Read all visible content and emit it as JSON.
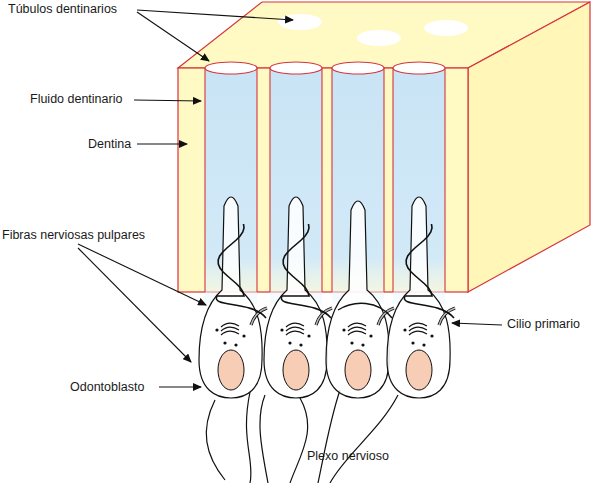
{
  "diagram": {
    "labels": [
      "Túbulos dentinarios",
      "Fluido dentinario",
      "Dentina",
      "Fibras nerviosas pulpares",
      "Odontoblasto",
      "Cilio primario",
      "Plexo nervioso"
    ]
  }
}
